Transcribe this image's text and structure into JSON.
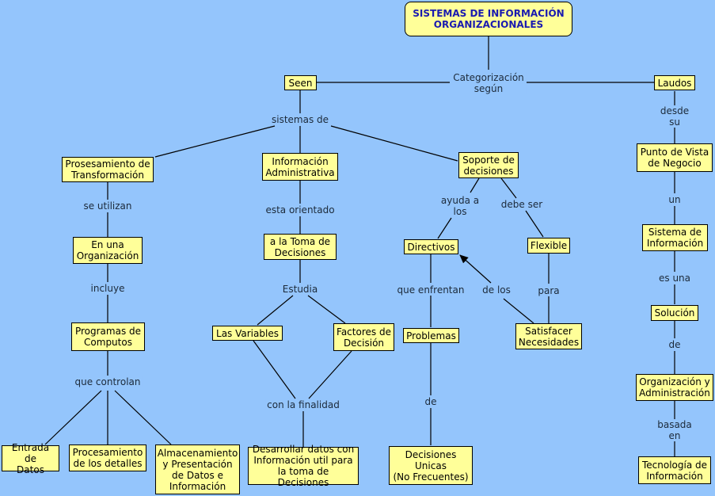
{
  "colors": {
    "background": "#94c5fc",
    "node_fill": "#ffff99",
    "root_text": "#1a1ab0",
    "link_text": "#1c2a3a",
    "line": "#000000"
  },
  "root": {
    "text": "SISTEMAS DE INFORMACIÓN\nORGANIZACIONALES"
  },
  "nodes": {
    "seen": "Seen",
    "laudos": "Laudos",
    "prosesamiento": "Prosesamiento de\nTransformación",
    "informacion_admin": "Información\nAdministrativa",
    "soporte": "Soporte de\ndecisiones",
    "punto_vista": "Punto de Vista\nde Negocio",
    "en_una_org": "En una\nOrganización",
    "toma_decisiones": "a la Toma de\nDecisiones",
    "directivos": "Directivos",
    "flexible": "Flexible",
    "sistema_info": "Sistema de\nInformación",
    "programas": "Programas de\nComputos",
    "las_variables": "Las Variables",
    "factores": "Factores de\nDecisión",
    "problemas": "Problemas",
    "satisfacer": "Satisfacer\nNecesidades",
    "solucion": "Solución",
    "org_admin": "Organización y\nAdministración",
    "entrada": "Entrada de\nDatos",
    "procesamiento_detalles": "Procesamiento\nde los detalles",
    "almacenamiento": "Almacenamiento\ny Presentación\nde Datos e\nInformación",
    "desarrollar": "Desarrollar datos con\nInformación util para\nla toma de Decisiones",
    "decisiones_unicas": "Decisiones\nUnicas\n(No Frecuentes)",
    "tecnologia": "Tecnología de\nInformación"
  },
  "links": {
    "categorizacion": "Categorización\nsegún",
    "sistemas_de": "sistemas de",
    "desde_su": "desde su",
    "se_utilizan": "se utilizan",
    "esta_orientado": "esta orientado",
    "ayuda_a_los": "ayuda a\nlos",
    "debe_ser": "debe ser",
    "un": "un",
    "incluye": "incluye",
    "estudia": "Estudia",
    "que_enfrentan": "que enfrentan",
    "de_los": "de los",
    "para": "para",
    "es_una": "es una",
    "que_controlan": "que controlan",
    "con_la_finalidad": "con la finalidad",
    "de_1": "de",
    "de_2": "de",
    "basada_en": "basada en"
  }
}
